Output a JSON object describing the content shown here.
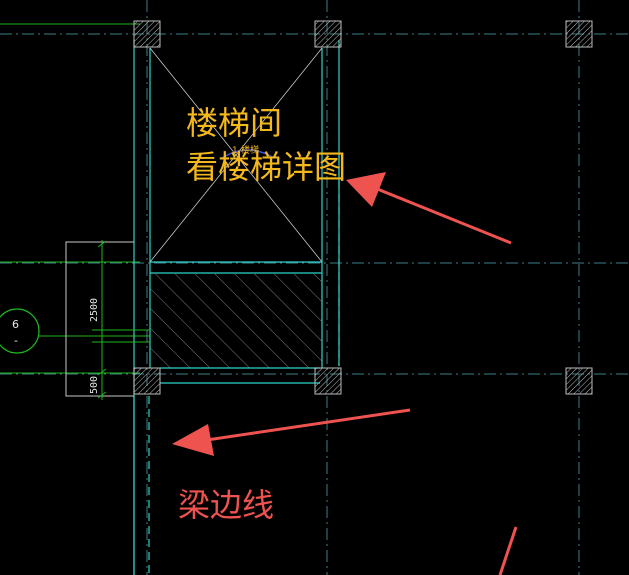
{
  "colors": {
    "background": "#000000",
    "grid_line": "#3c7f8a",
    "wall": "#2fd3c8",
    "green": "#1fb61f",
    "column": "#bdbdbd",
    "annotation_yellow": "#f4b81c",
    "markup_red": "#ef5350",
    "white_line": "#c8c8c8",
    "stair_tag_blue": "#3b4fd8"
  },
  "labels": {
    "stairwell": "楼梯间",
    "see_stair_detail": "看楼梯详图",
    "beam_edge_line": "梁边线"
  },
  "dimensions": {
    "upper": "2500",
    "lower": "500"
  },
  "axis_tag": {
    "number": "6",
    "subline": "-"
  },
  "stair_tag": "1-楼梯"
}
